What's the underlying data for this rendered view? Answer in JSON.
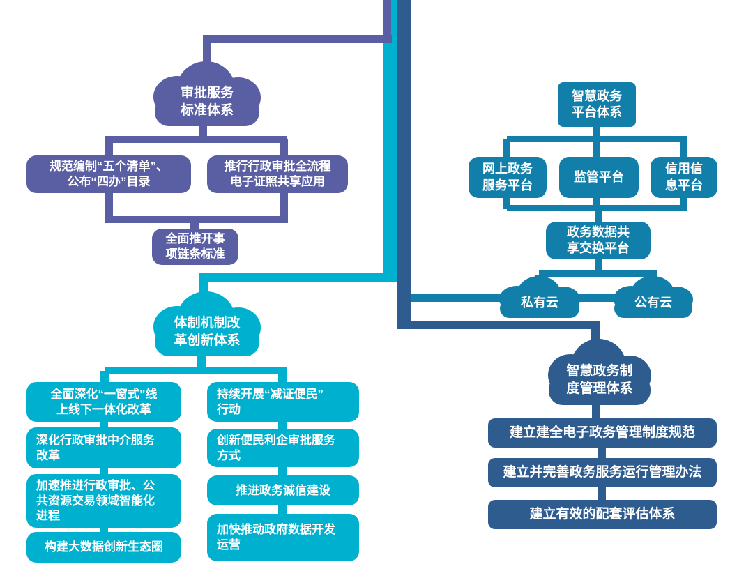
{
  "palette": {
    "purple": "#5a5fa3",
    "cyan": "#00b0cf",
    "teal": "#127fab",
    "navy": "#2e5c8e"
  },
  "approval": {
    "cloud": "审批服务\n标准体系",
    "box_lists": "规范编制“五个清单”、\n公布“四办”目录",
    "box_elicense": "推行行政审批全流程\n电子证照共享应用",
    "box_chain": "全面推开事\n项链条标准"
  },
  "platform": {
    "header": "智慧政务\n平台体系",
    "box_online": "网上政务\n服务平台",
    "box_supervision": "监管平台",
    "box_credit": "信用信\n息平台",
    "box_exchange": "政务数据共\n享交换平台",
    "cloud_private": "私有云",
    "cloud_public": "公有云"
  },
  "reform": {
    "cloud": "体制机制改\n革创新体系",
    "left": [
      "全面深化“一窗式”线\n上线下一体化改革",
      "深化行政审批中介服务\n改革",
      "加速推进行政审批、公\n共资源交易领域智能化\n进程",
      "构建大数据创新生态圈"
    ],
    "right": [
      "持续开展“减证便民”\n行动",
      "创新便民利企审批服务\n方式",
      "推进政务诚信建设",
      "加快推动政府数据开发\n运营"
    ]
  },
  "institution": {
    "cloud": "智慧政务制\n度管理体系",
    "boxes": [
      "建立建全电子政务管理制度规范",
      "建立并完善政务服务运行管理办法",
      "建立有效的配套评估体系"
    ]
  }
}
